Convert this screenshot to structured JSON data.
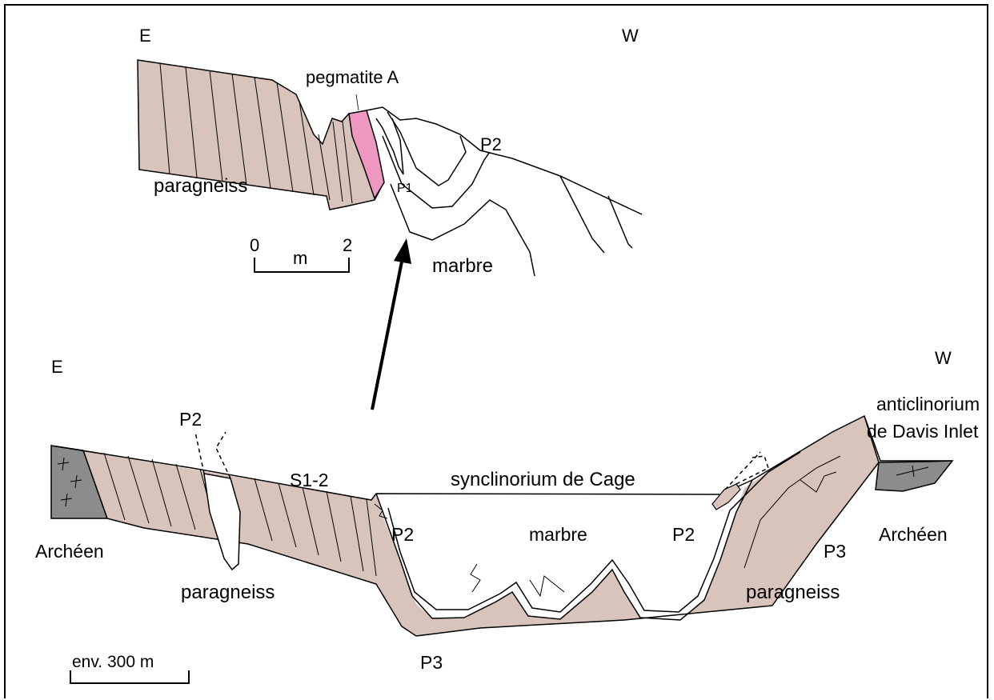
{
  "upper_section": {
    "east": "E",
    "west": "W",
    "pegmatite": "pegmatite A",
    "fold_p2": "P2",
    "fold_p1": "P1",
    "paragneiss": "paragneiss",
    "marbre": "marbre",
    "scale": {
      "start": "0",
      "unit": "m",
      "end": "2"
    }
  },
  "lower_section": {
    "east": "E",
    "west": "W",
    "anticlinorium_line1": "anticlinorium",
    "anticlinorium_line2": "de Davis Inlet",
    "p2_top": "P2",
    "s12": "S1-2",
    "synclinorium": "synclinorium de Cage",
    "archeen_left": "Archéen",
    "archeen_right": "Archéen",
    "p2_left": "P2",
    "marbre": "marbre",
    "p2_right": "P2",
    "p3_right": "P3",
    "paragneiss_left": "paragneiss",
    "paragneiss_right": "paragneiss",
    "p3_bottom": "P3",
    "scale": "env. 300 m"
  },
  "colors": {
    "paragneiss": "#d8c4bb",
    "archeen": "#8c8c8c",
    "pegmatite": "#ee97c1",
    "line": "#000000"
  }
}
